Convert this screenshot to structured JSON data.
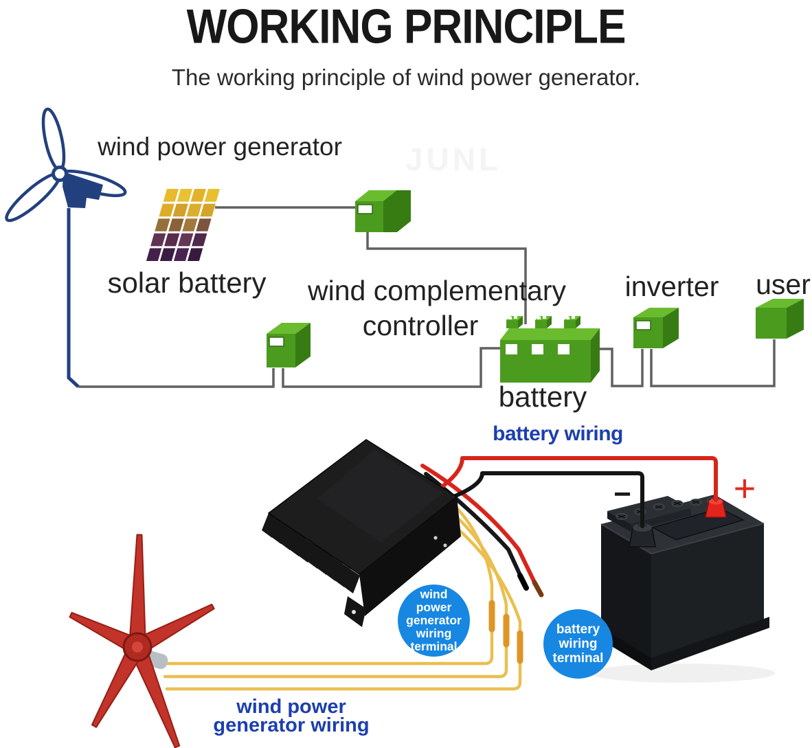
{
  "header": {
    "title": "WORKING PRINCIPLE",
    "subtitle": "The working principle of wind power generator."
  },
  "watermark": "JUNL",
  "diagram": {
    "labels": {
      "wind_power_generator": "wind power generator",
      "solar_battery": "solar battery",
      "controller_line1": "wind complementary",
      "controller_line2": "controller",
      "inverter": "inverter",
      "user": "user",
      "battery": "battery"
    },
    "colors": {
      "box_green_front": "#4b9b1e",
      "box_green_top": "#6abc2e",
      "box_green_side": "#377c13",
      "wire_gray": "#606060",
      "turbine_blue": "#23407e"
    }
  },
  "bottom": {
    "battery_wiring_label": "battery wiring",
    "minus": "−",
    "plus": "+",
    "badge_generator": {
      "lines": [
        "wind",
        "power",
        "generator",
        "wiring",
        "terminal"
      ]
    },
    "badge_battery": {
      "lines": [
        "battery",
        "wiring",
        "terminal"
      ]
    },
    "generator_wiring": {
      "line1": "wind power",
      "line2": "generator wiring"
    },
    "colors": {
      "label_blue": "#1c3faf",
      "badge_blue": "#1787e2",
      "wire_red": "#d8251b",
      "wire_black": "#141414",
      "wire_yellow": "#eabf4e",
      "sleeve_orange": "#df9526",
      "red_turbine": "#c23329"
    }
  }
}
